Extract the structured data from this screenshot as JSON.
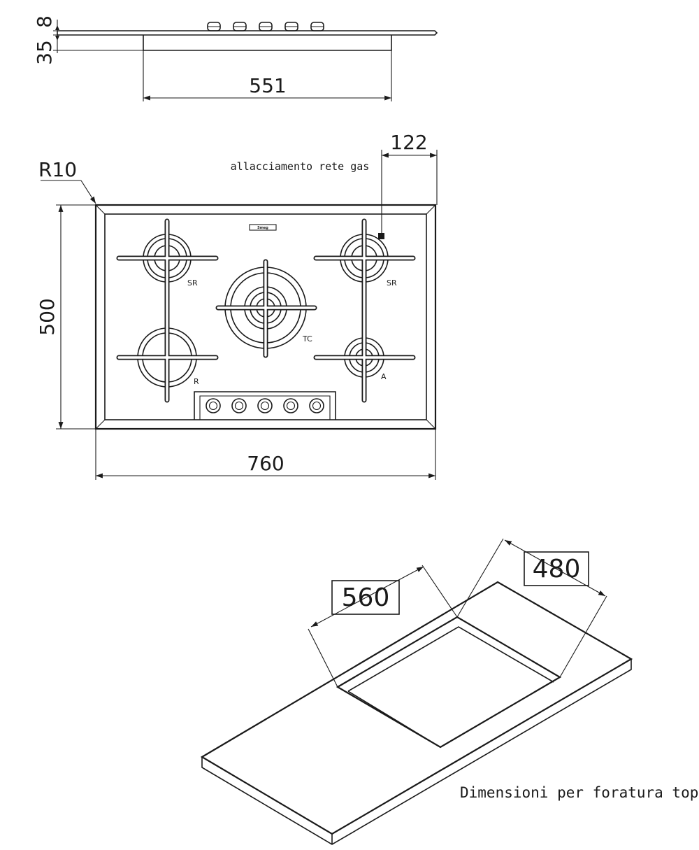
{
  "side_view": {
    "dim_thickness": "8",
    "dim_depth": "35",
    "dim_width": "551"
  },
  "top_view": {
    "dim_radius": "R10",
    "dim_gas_offset": "122",
    "gas_connection_label": "allacciamento rete gas",
    "dim_height": "500",
    "dim_width": "760",
    "brand_logo": "Smeg",
    "burners": [
      {
        "label": "SR"
      },
      {
        "label": "SR"
      },
      {
        "label": "TC"
      },
      {
        "label": "R"
      },
      {
        "label": "A"
      }
    ],
    "knob_count": 5
  },
  "cutout_view": {
    "dim_width": "560",
    "dim_depth": "480",
    "caption": "Dimensioni per foratura top"
  }
}
